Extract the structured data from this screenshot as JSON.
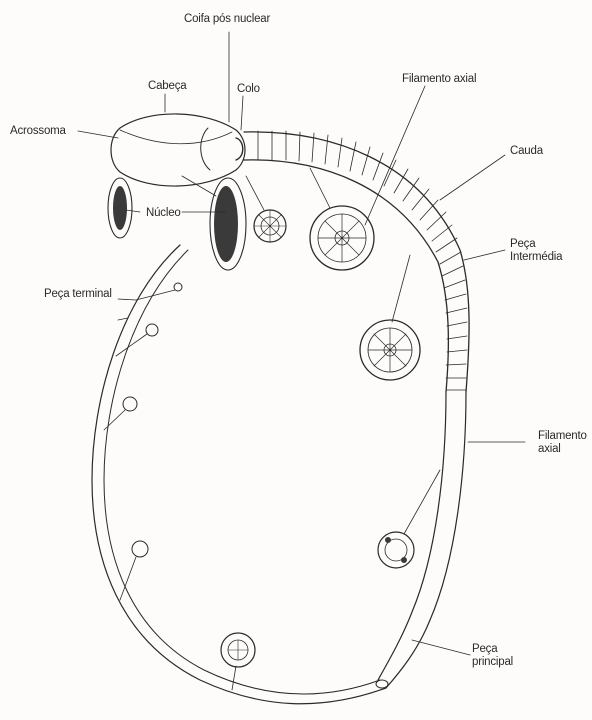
{
  "diagram": {
    "labels": {
      "coifa": "Coifa pós nuclear",
      "cabeca": "Cabeça",
      "colo": "Colo",
      "filamento_axial_top": "Filamento axial",
      "acrossoma": "Acrossoma",
      "cauda": "Cauda",
      "nucleo": "Núcleo",
      "peca_intermedia_1": "Peça",
      "peca_intermedia_2": "Intermédia",
      "peca_terminal": "Peça terminal",
      "filamento_axial_right_1": "Filamento",
      "filamento_axial_right_2": "axial",
      "peca_principal_1": "Peça",
      "peca_principal_2": "principal"
    },
    "colors": {
      "ink": "#2a2a2a",
      "paper": "#fdfcfa",
      "dark_fill": "#3a3a3a"
    }
  }
}
